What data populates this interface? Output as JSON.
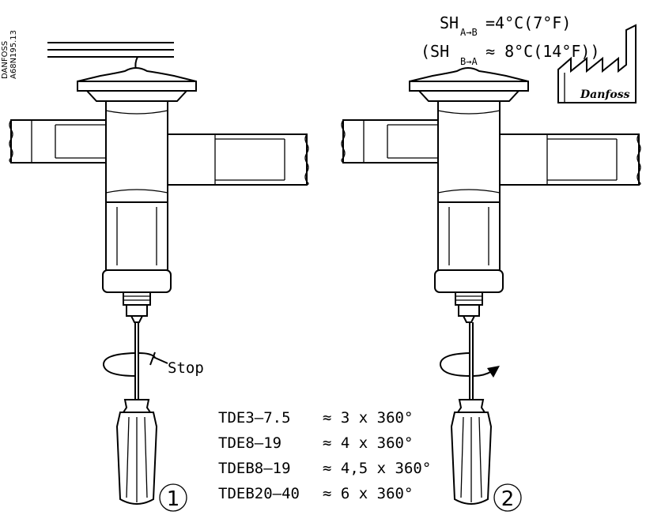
{
  "doc_code": {
    "line1": "DANFOSS",
    "line2": "A68N195.13"
  },
  "superheat": {
    "line1_prefix": "SH",
    "line1_sub": "A→B",
    "line1_value": "=4°C(7°F)",
    "line2_prefix": "(SH",
    "line2_sub": "B→A",
    "line2_value": "≈ 8°C(14°F))"
  },
  "stop_label": "Stop",
  "brand": "Danfoss",
  "step_numbers": [
    "1",
    "2"
  ],
  "models": [
    {
      "name": "TDE3–7.5",
      "turns": "≈ 3 x 360°"
    },
    {
      "name": "TDE8–19",
      "turns": "≈ 4 x 360°"
    },
    {
      "name": "TDEB8–19",
      "turns": "≈ 4,5 x 360°"
    },
    {
      "name": "TDEB20–40",
      "turns": "≈ 6 x 360°"
    }
  ]
}
